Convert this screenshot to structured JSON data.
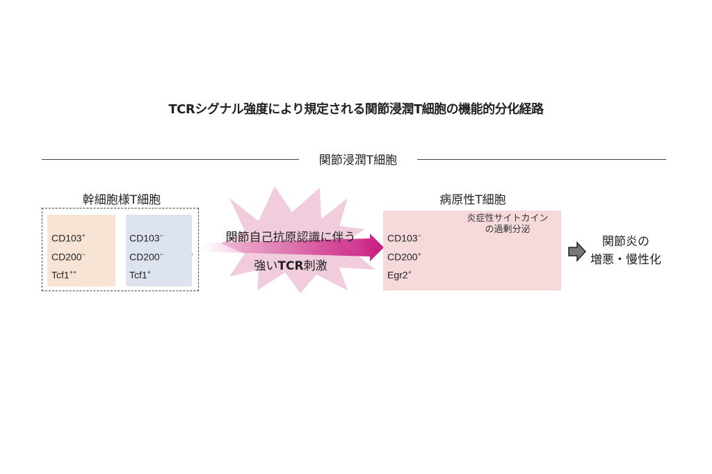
{
  "title": "TCRシグナル強度により規定される関節浸潤T細胞の機能的分化経路",
  "section_label": "関節浸潤T細胞",
  "stem_group": {
    "label": "幹細胞様T細胞",
    "subset1": {
      "markers": [
        [
          "CD103",
          "+"
        ],
        [
          "CD200",
          "−"
        ],
        [
          "Tcf1",
          "++"
        ]
      ],
      "color": "#e39a3a"
    },
    "subset2": {
      "markers": [
        [
          "CD103",
          "−"
        ],
        [
          "CD200",
          "−"
        ],
        [
          "Tcf1",
          "+"
        ]
      ],
      "color": "#8c9ccc"
    }
  },
  "stimulus": {
    "line1": "関節自己抗原認識に伴う",
    "line2_pre": "強い",
    "line2_bold": "TCR",
    "line2_post": "刺激",
    "arrow_color": "#c8187e"
  },
  "pathogenic": {
    "label": "病原性T細胞",
    "markers": [
      [
        "CD103",
        "−"
      ],
      [
        "CD200",
        "+"
      ],
      [
        "Egr2",
        "+"
      ]
    ],
    "cytokine_line1": "炎症性サイトカイン",
    "cytokine_line2": "の過剰分泌",
    "cell_color": "#c0393b",
    "dot_colors": {
      "orange": "#e07a3c",
      "purple": "#6e2d82"
    }
  },
  "outcome": {
    "line1": "関節炎の",
    "line2": "増悪・慢性化"
  }
}
